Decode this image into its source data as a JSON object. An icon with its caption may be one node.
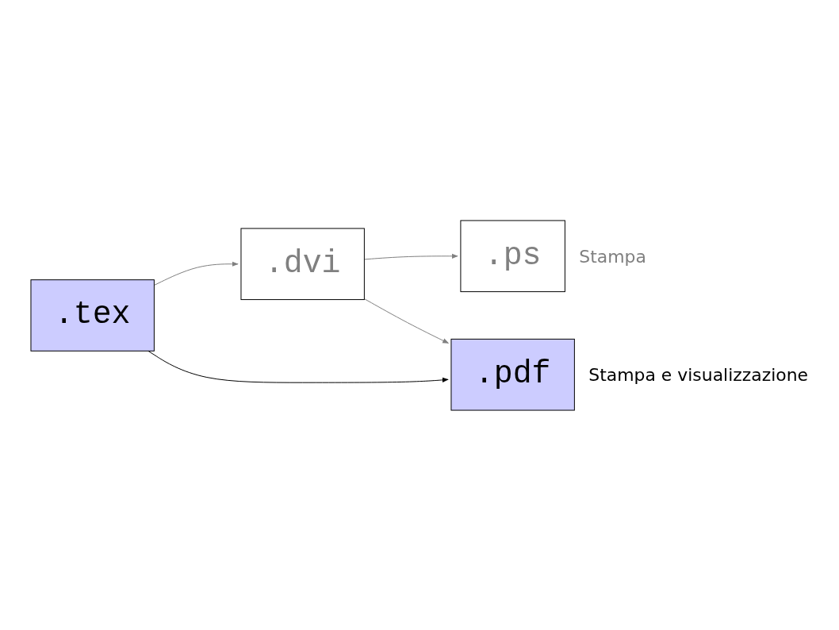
{
  "diagram": {
    "nodes": [
      {
        "text": [
          ".tex"
        ]
      },
      {
        "text": [
          ".dvi"
        ]
      },
      {
        "text": [
          ".ps"
        ],
        "beside": [
          "Stampa"
        ]
      },
      {
        "text": [
          ".pdf"
        ],
        "beside": [
          "Stampa e visualizzazione"
        ]
      }
    ],
    "edges": [
      {
        "from": 0,
        "to": 1,
        "arrow": "to"
      },
      {
        "from": 1,
        "to": 2,
        "arrow": "to"
      },
      {
        "from": 1,
        "to": 3,
        "arrow": "to"
      },
      {
        "from": 0,
        "to": 3,
        "arrow": "to",
        "color": "#000000"
      }
    ]
  }
}
